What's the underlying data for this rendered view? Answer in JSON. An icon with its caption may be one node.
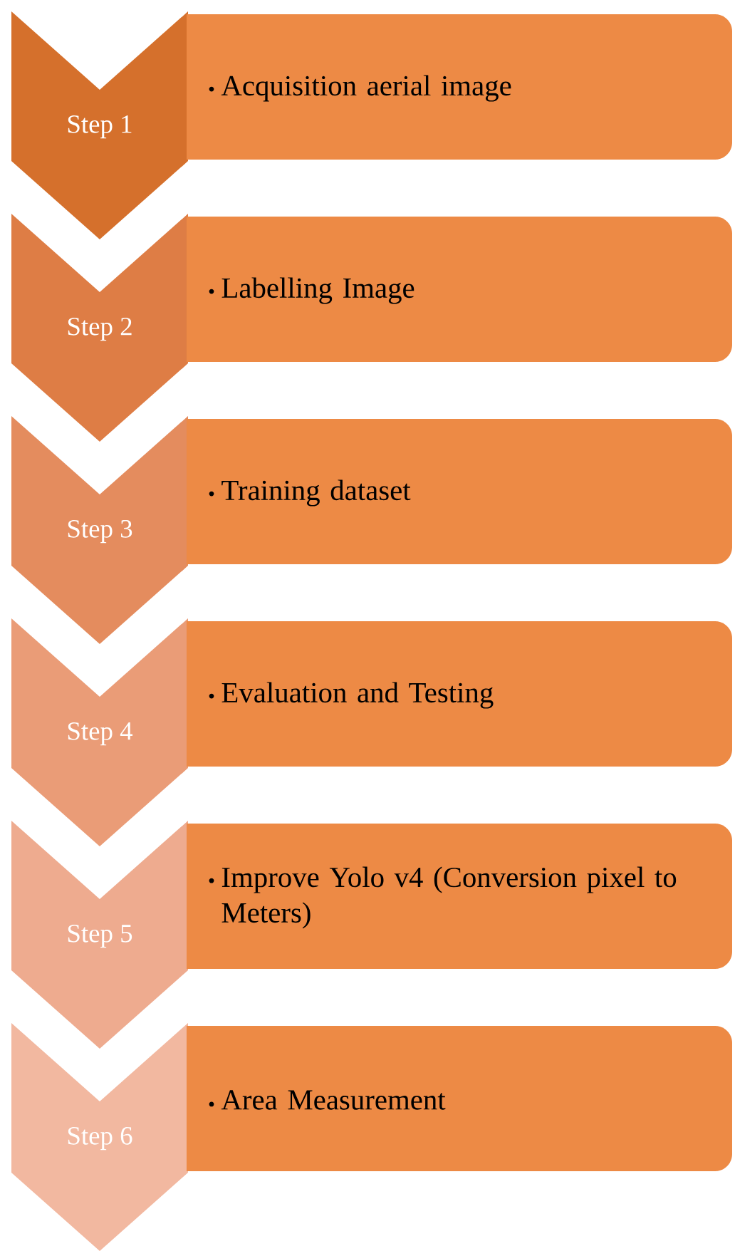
{
  "diagram": {
    "nodes": [
      {
        "text": [
          "Step 1"
        ]
      },
      {
        "text": [
          "Acquisition aerial image"
        ]
      },
      {
        "text": [
          "Step 2"
        ]
      },
      {
        "text": [
          "Labelling Image"
        ]
      },
      {
        "text": [
          "Step 3"
        ]
      },
      {
        "text": [
          "Training dataset"
        ]
      },
      {
        "text": [
          "Step 4"
        ]
      },
      {
        "text": [
          "Evaluation and Testing"
        ]
      },
      {
        "text": [
          "Step 5"
        ]
      },
      {
        "text": [
          "Improve Yolo v4 (Conversion pixel to Meters)"
        ]
      },
      {
        "text": [
          "Step 6"
        ]
      },
      {
        "text": [
          "Area Measurement"
        ]
      }
    ]
  }
}
